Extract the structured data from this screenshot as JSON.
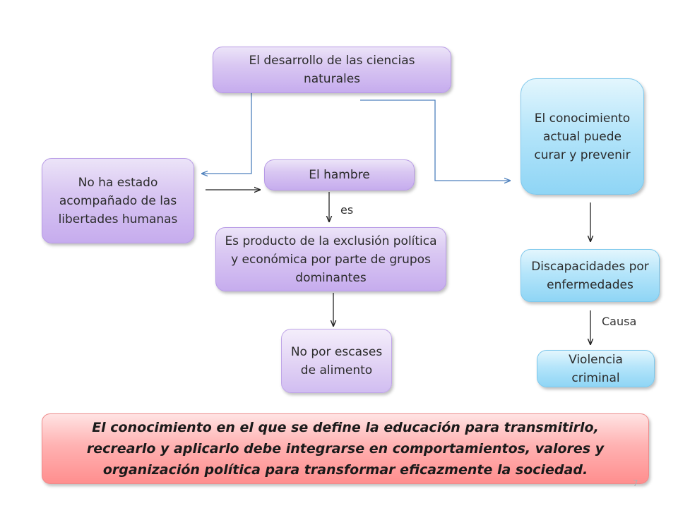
{
  "nodes": {
    "ciencias": "El desarrollo de las ciencias naturales",
    "libertades": "No ha estado acompañado de las libertades humanas",
    "hambre": "El hambre",
    "exclusion": "Es producto de la exclusión política y económica por parte de grupos dominantes",
    "escasez": "No por escases de alimento",
    "conocimiento": "El conocimiento actual puede curar y prevenir",
    "discapacidades": "Discapacidades por enfermedades",
    "violencia": "Violencia criminal"
  },
  "edge_labels": {
    "es": "es",
    "causa": "Causa"
  },
  "conclusion": "El conocimiento en el que se define la educación para transmitirlo, recrearlo y aplicarlo debe integrarse en comportamientos, valores y organización política para transformar eficazmente la sociedad.",
  "page_number": "7"
}
